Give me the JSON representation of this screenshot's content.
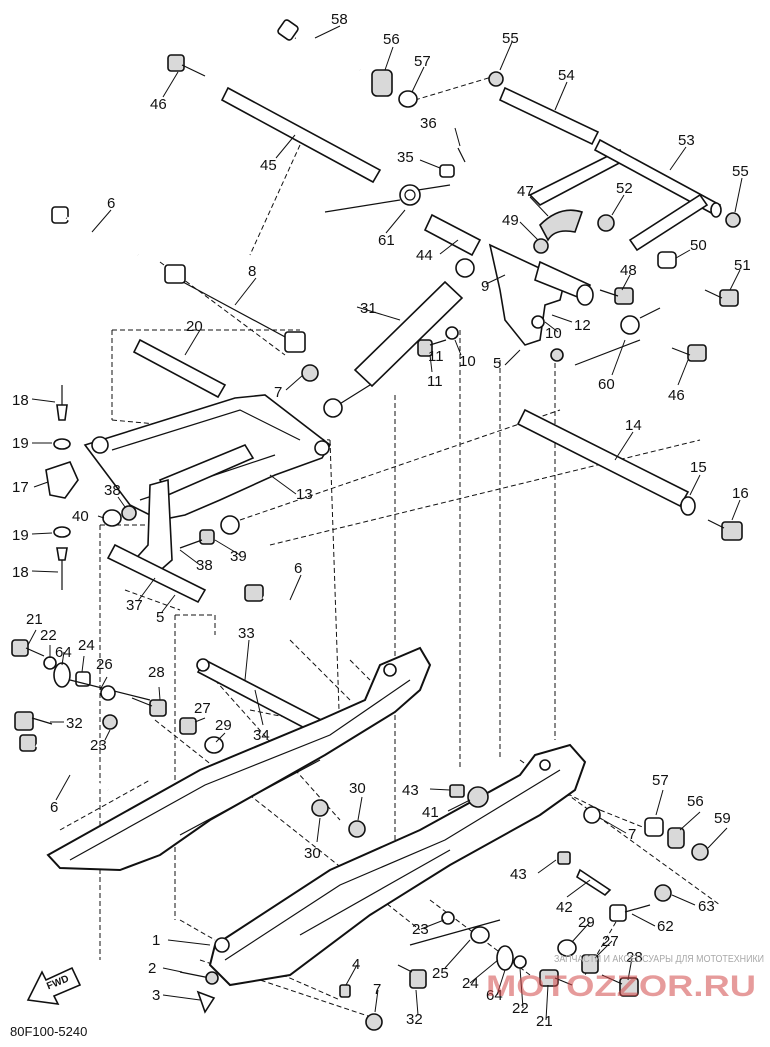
{
  "diagram": {
    "code": "80F100-5240",
    "fwd_label": "FWD",
    "watermark_text": "ЗАПЧАСТИ И АКСЕССУАРЫ ДЛЯ МОТОТЕХНИКИ",
    "watermark_logo": "MOTOZZOR.RU",
    "parts": [
      {
        "id": "58",
        "label": "58"
      },
      {
        "id": "56a",
        "label": "56"
      },
      {
        "id": "55a",
        "label": "55"
      },
      {
        "id": "57a",
        "label": "57"
      },
      {
        "id": "54",
        "label": "54"
      },
      {
        "id": "46a",
        "label": "46"
      },
      {
        "id": "36",
        "label": "36"
      },
      {
        "id": "45",
        "label": "45"
      },
      {
        "id": "53",
        "label": "53"
      },
      {
        "id": "35",
        "label": "35"
      },
      {
        "id": "55b",
        "label": "55"
      },
      {
        "id": "47",
        "label": "47"
      },
      {
        "id": "52",
        "label": "52"
      },
      {
        "id": "6a",
        "label": "6"
      },
      {
        "id": "61",
        "label": "61"
      },
      {
        "id": "44",
        "label": "44"
      },
      {
        "id": "49",
        "label": "49"
      },
      {
        "id": "50",
        "label": "50"
      },
      {
        "id": "8",
        "label": "8"
      },
      {
        "id": "51",
        "label": "51"
      },
      {
        "id": "9",
        "label": "9"
      },
      {
        "id": "48",
        "label": "48"
      },
      {
        "id": "20",
        "label": "20"
      },
      {
        "id": "31",
        "label": "31"
      },
      {
        "id": "11a",
        "label": "11"
      },
      {
        "id": "12",
        "label": "12"
      },
      {
        "id": "10a",
        "label": "10"
      },
      {
        "id": "10b",
        "label": "10"
      },
      {
        "id": "5a",
        "label": "5"
      },
      {
        "id": "11b",
        "label": "11"
      },
      {
        "id": "60",
        "label": "60"
      },
      {
        "id": "7a",
        "label": "7"
      },
      {
        "id": "46b",
        "label": "46"
      },
      {
        "id": "18a",
        "label": "18"
      },
      {
        "id": "14",
        "label": "14"
      },
      {
        "id": "19a",
        "label": "19"
      },
      {
        "id": "15",
        "label": "15"
      },
      {
        "id": "13",
        "label": "13"
      },
      {
        "id": "17",
        "label": "17"
      },
      {
        "id": "16",
        "label": "16"
      },
      {
        "id": "38a",
        "label": "38"
      },
      {
        "id": "40",
        "label": "40"
      },
      {
        "id": "19b",
        "label": "19"
      },
      {
        "id": "39",
        "label": "39"
      },
      {
        "id": "38b",
        "label": "38"
      },
      {
        "id": "18b",
        "label": "18"
      },
      {
        "id": "6b",
        "label": "6"
      },
      {
        "id": "37",
        "label": "37"
      },
      {
        "id": "5b",
        "label": "5"
      },
      {
        "id": "33",
        "label": "33"
      },
      {
        "id": "21a",
        "label": "21"
      },
      {
        "id": "22a",
        "label": "22"
      },
      {
        "id": "64a",
        "label": "64"
      },
      {
        "id": "24a",
        "label": "24"
      },
      {
        "id": "26",
        "label": "26"
      },
      {
        "id": "28a",
        "label": "28"
      },
      {
        "id": "32a",
        "label": "32"
      },
      {
        "id": "27a",
        "label": "27"
      },
      {
        "id": "29a",
        "label": "29"
      },
      {
        "id": "34",
        "label": "34"
      },
      {
        "id": "23a",
        "label": "23"
      },
      {
        "id": "6c",
        "label": "6"
      },
      {
        "id": "30a",
        "label": "30"
      },
      {
        "id": "43a",
        "label": "43"
      },
      {
        "id": "41",
        "label": "41"
      },
      {
        "id": "57b",
        "label": "57"
      },
      {
        "id": "56b",
        "label": "56"
      },
      {
        "id": "59",
        "label": "59"
      },
      {
        "id": "7b",
        "label": "7"
      },
      {
        "id": "30b",
        "label": "30"
      },
      {
        "id": "43b",
        "label": "43"
      },
      {
        "id": "42",
        "label": "42"
      },
      {
        "id": "63",
        "label": "63"
      },
      {
        "id": "62",
        "label": "62"
      },
      {
        "id": "23b",
        "label": "23"
      },
      {
        "id": "29b",
        "label": "29"
      },
      {
        "id": "1",
        "label": "1"
      },
      {
        "id": "27b",
        "label": "27"
      },
      {
        "id": "2",
        "label": "2"
      },
      {
        "id": "4",
        "label": "4"
      },
      {
        "id": "25",
        "label": "25"
      },
      {
        "id": "24b",
        "label": "24"
      },
      {
        "id": "64b",
        "label": "64"
      },
      {
        "id": "22b",
        "label": "22"
      },
      {
        "id": "28b",
        "label": "28"
      },
      {
        "id": "3",
        "label": "3"
      },
      {
        "id": "7c",
        "label": "7"
      },
      {
        "id": "32b",
        "label": "32"
      },
      {
        "id": "21b",
        "label": "21"
      }
    ]
  }
}
